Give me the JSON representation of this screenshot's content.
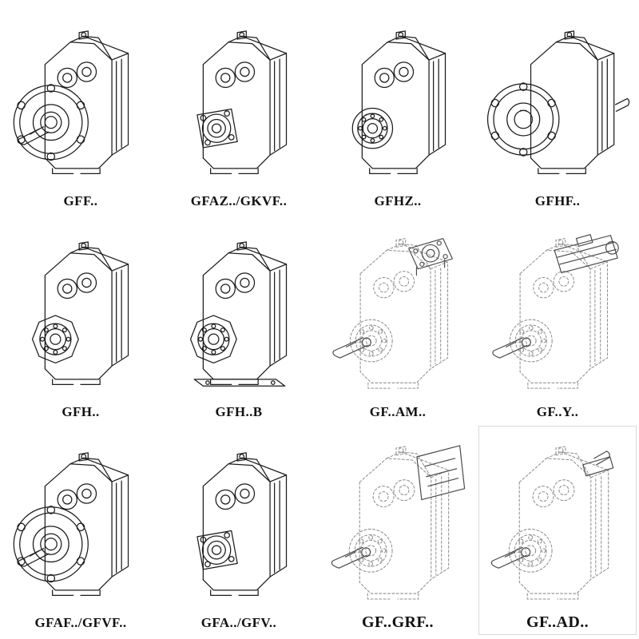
{
  "page": {
    "background": "#ffffff",
    "line_color": "#1d1d1d",
    "dashed_line_color": "#8f8f8f",
    "description": "Catalog sheet of helical parallel-shaft gear reducer variants, isometric line drawings"
  },
  "products": [
    {
      "label": "GFF..",
      "drawing": "output-flange-with-solid-shaft",
      "style": "solid"
    },
    {
      "label": "GFAZ../GKVF..",
      "drawing": "hollow-shaft-square-flange",
      "style": "solid"
    },
    {
      "label": "GFHZ..",
      "drawing": "hollow-shaft-shrink-disc",
      "style": "solid"
    },
    {
      "label": "GFHF..",
      "drawing": "large-b5-flange-hollow-shaft",
      "style": "solid"
    },
    {
      "label": "GFH..",
      "drawing": "hollow-shaft-octagon-boss",
      "style": "solid"
    },
    {
      "label": "GFH..B",
      "drawing": "hollow-shaft-with-base-rail",
      "style": "solid"
    },
    {
      "label": "GF..AM..",
      "drawing": "iec-adapter-flange-input",
      "style": "dashed"
    },
    {
      "label": "GF..Y..",
      "drawing": "integral-motor-on-top",
      "style": "dashed"
    },
    {
      "label": "GFAF../GFVF..",
      "drawing": "output-flange-with-solid-shaft",
      "style": "solid"
    },
    {
      "label": "GFA../GFV..",
      "drawing": "hollow-shaft-square-flange",
      "style": "solid"
    },
    {
      "label": "GF..GRF..",
      "drawing": "top-mounted-adapter-box",
      "style": "dashed"
    },
    {
      "label": "GF..AD..",
      "drawing": "free-input-shaft-adapter",
      "style": "dashed"
    }
  ]
}
